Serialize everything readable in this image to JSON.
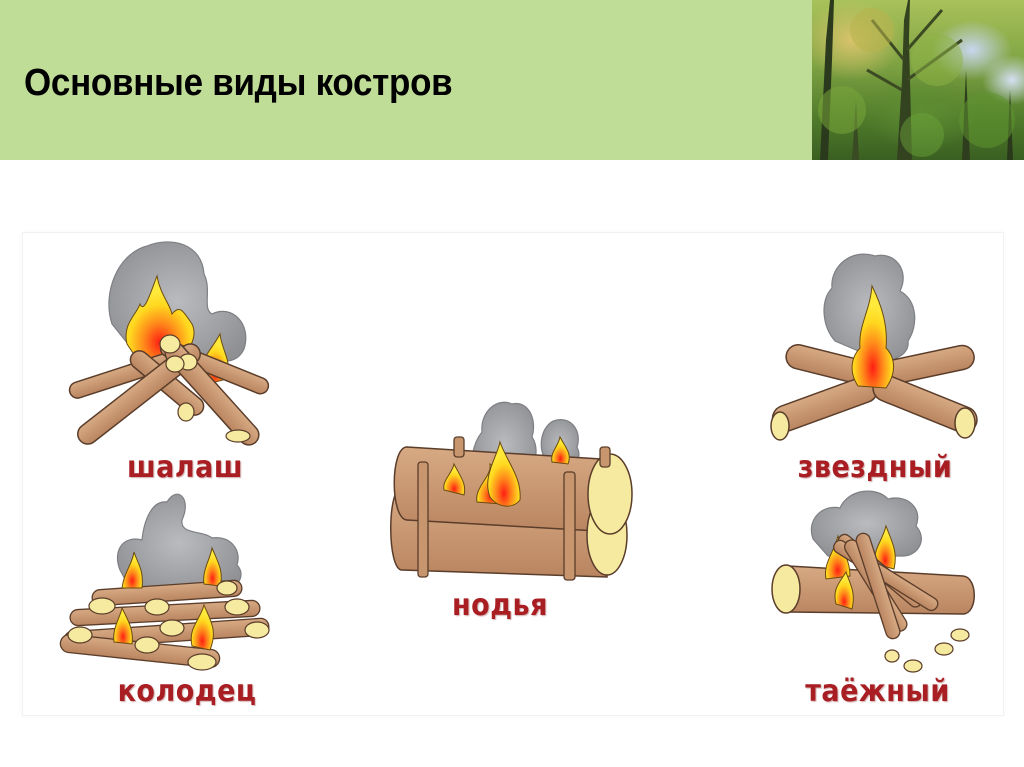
{
  "slide": {
    "title": "Основные виды костров",
    "colors": {
      "header_bg": "#c0dd97",
      "title_text": "#000000",
      "label_text": "#a81e22",
      "log_fill": "#c8966e",
      "log_end": "#f6eaa0",
      "smoke": "#9d9fa3",
      "flame_outer": "#ffd21f",
      "flame_inner": "#ff2a1a"
    },
    "header_photo": "forest-trees-photo"
  },
  "fires": [
    {
      "id": "shalash",
      "label": "шалаш",
      "icon": "teepee-campfire-icon"
    },
    {
      "id": "kolodets",
      "label": "колодец",
      "icon": "log-cabin-campfire-icon"
    },
    {
      "id": "nodya",
      "label": "нодья",
      "icon": "nodya-campfire-icon"
    },
    {
      "id": "zvezdny",
      "label": "звездный",
      "icon": "star-campfire-icon"
    },
    {
      "id": "taezhny",
      "label": "таёжный",
      "icon": "taiga-campfire-icon"
    }
  ]
}
